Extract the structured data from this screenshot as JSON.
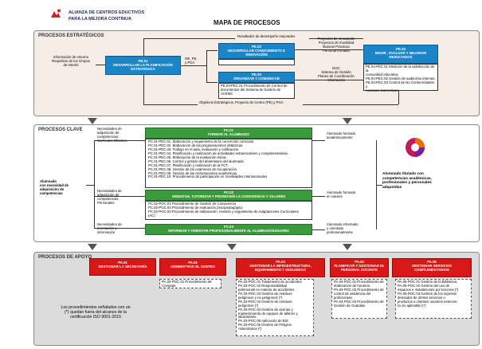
{
  "header": {
    "org_line1": "ALIANZA DE CENTROS EDUCTIVOS",
    "org_line2": "PARA LA MEJORA CONTINUA",
    "title": "MAPA DE PROCESOS"
  },
  "estrategicos": {
    "title": "PROCESOS ESTRATÉGICOS",
    "input_label": "Información de entorno\nRequisitos de los Grupos\nde Interés",
    "pe01": "PE.01\nDESARROLLAR LA PLANIFICACIÓN\nESTRATÉGICA",
    "pe02": "PE.02\nDESARROLLAR CONOCIMIENTO E\nINNOVACIÓN",
    "pe03": "PE.03\nORGANIZAR Y COMUNICAR",
    "pe03_list": "PE.03-PEC.01 Procedimiento de Control de\ndocumentos del Sistema de Gestión de\nACEMC",
    "pe04": "PE.04\nMEDIR , EVALUAR Y MEJORAR\nRESULTADOS",
    "pe04_list": "PE.04-PEC.01 Medición de la satisfacción de la\ncomunidad educativa\nPE.04-PEC.02 Gestión de auditorías internas.\nPE.04-PEC.03 Control de No Conformidades y\nAcciones Correctivas",
    "label_resultados": "Resultados de desempeño mejorados",
    "label_objetivos": "OE, PE,\ny PGA",
    "label_proyectos": "Proyectos de innovación\nProyectos de movilidad\nBuenas Prácticas\nPersonal formado",
    "label_ngc": "NGC\nSistema de Gestión\nPlanes de Coordinación\nInformación",
    "label_bottom": "Objetivos Estratégicos, Proyecto de Centro (PE) y PGA"
  },
  "clave": {
    "title": "PROCESOS CLAVE",
    "necesidades1": "Necesidades de\nadquisición de\ncompetencias\nCurriculos Oficiales",
    "necesidades2": "Necesidades de\nadquisición de\ncompetencias\nPersonales",
    "necesidades3": "Necesidades de\norientación y\ninformación",
    "alumnado_left": "Alumnado\ncon necesidad de\nadquisición de\ncompetencias",
    "pc01": "PC.01\nFORMAR AL ALUMNADO",
    "pc01_list": "PC.01-PEC.01. Elaboración y seguimiento de la concreción curricular.\nPC.01-PEC.02. Elaboración de las programaciones didácticas.\nPC.01-PEC.03. Trabajo en el aula, evaluación y calificación.\nPC.01-PEC.04. Planificación y realización de actividades extraescolares y complementarias.\nPC.01-PEC.05. Elaboración de la evaluación inicial.\nPC.01-PEC.06. Control y gestión del absentismo  del alumnado\nPC.01-PEC.07. Planificación y realización de la FCT.\nPC.01-PEC.08. Gestión de los exámenes de recuperación.\nPC.01-PEC.09. Gestión de las reclamaciones académicas.\nPC.01-PEC.10. Procedimiento de participación en movilidades internacionales",
    "pc02": "PC.02\nORIENTAR, TUTORIZAR Y PROMOVER LA CONVIVENCIA Y VALORES",
    "pc02_list": "PC.02-POC.01 Procedimiento de Gestión de Convivencia\nPC.02-POC.02 Procedimiento de evaluación psicopedagógica\nPC.02-POC.03 Procedimiento de  elaboración, revisión y seguimiento de Adaptaciones Curriculares\n(AC)",
    "pc03": "PC.03\nINFORMAR Y ORIENTAR PROFESIONALMENTE AL ALUMNADO/USUARIO",
    "out1": "Alumnado formado\nacadémicamente",
    "out2": "Alumnado formado\nen valores",
    "out3": "Alumnado informado\ny orientado\nprofesionalmente",
    "result": "Alumnado titulado con\ncompetencias académicas,\nprofesionales y personales\nadquiridas"
  },
  "apoyo": {
    "title": "PROCESOS DE APOYO",
    "note": "Los procedimientos señalados con un\n(*) quedan fuera del alcance de la\ncertificación ISO 9001-2015",
    "pa01": "PA.01\nGESTIONAR LA SECRETARÍA",
    "pa02": "PA.02\nADMINISTRAR EL CENTRO",
    "pa02_list": "PA.02-POC.01 Procedimiento de\nCompras",
    "pa03": "PA.03\nGESTIONAR LA INFRAESTRUCTURA,\nEQUIPAMIENTO Y SEGURIDAD",
    "pa03_list": "PA.03-POC.01 Tratamiento de accidentes\nPA.03-POC.02           Responsabilidad\npatrimonial en materia de accidentes\nPA.03-POC.03 Gestión de residuos\npeligrosos y no peligrosos (*)\nPA.03-POC.04 Gestión de residuos\npeligrosos (*)\nPA.03-POC.04 Gestión de averías y\nmantenimiento de equipos de talleres y\nlaboratorios\nPA.03-POC.05 Aplicación de BIS\nPA.03-POC.06 Gestión de Peligros\nAlimentarios (*)",
    "pa04": "PA.04\nPLANIFICAR Y GESTIONAR EL\nPERSONAL DOCENTE",
    "pa04_list": "PA.04-POC.01 Procedimiento de\nelaboración de horarios.\nPA.04-POC.02 Procedimiento de\ncontrol de asistencia del\nprofesorado\nPA.04-POC.03 Procedimiento de\nGestión de Guardias",
    "pa05": "PA.05\nGESTIONAR SERVICIOS\nCOMPLEMENTARIOS",
    "pa05_list": "PA.05-POC.01 Gestión de la Biblioteca\nPA.05-POC.02 Gestión del uso de\nespacios e instalaciones por terceros (*)\nPA.05-POC.03 Gestión de los ingresos\nderivados de ofertar servicios o\nproductos a clientes/ usuarios externos\n(si es aplicable) (*)"
  },
  "colors": {
    "blue": "#1a86c8",
    "green": "#3b9a3b",
    "red": "#d81717",
    "estrategicos_bg": "#f6ede6",
    "clave_bg": "#ffffff",
    "apoyo_bg": "#dcdcdc"
  }
}
